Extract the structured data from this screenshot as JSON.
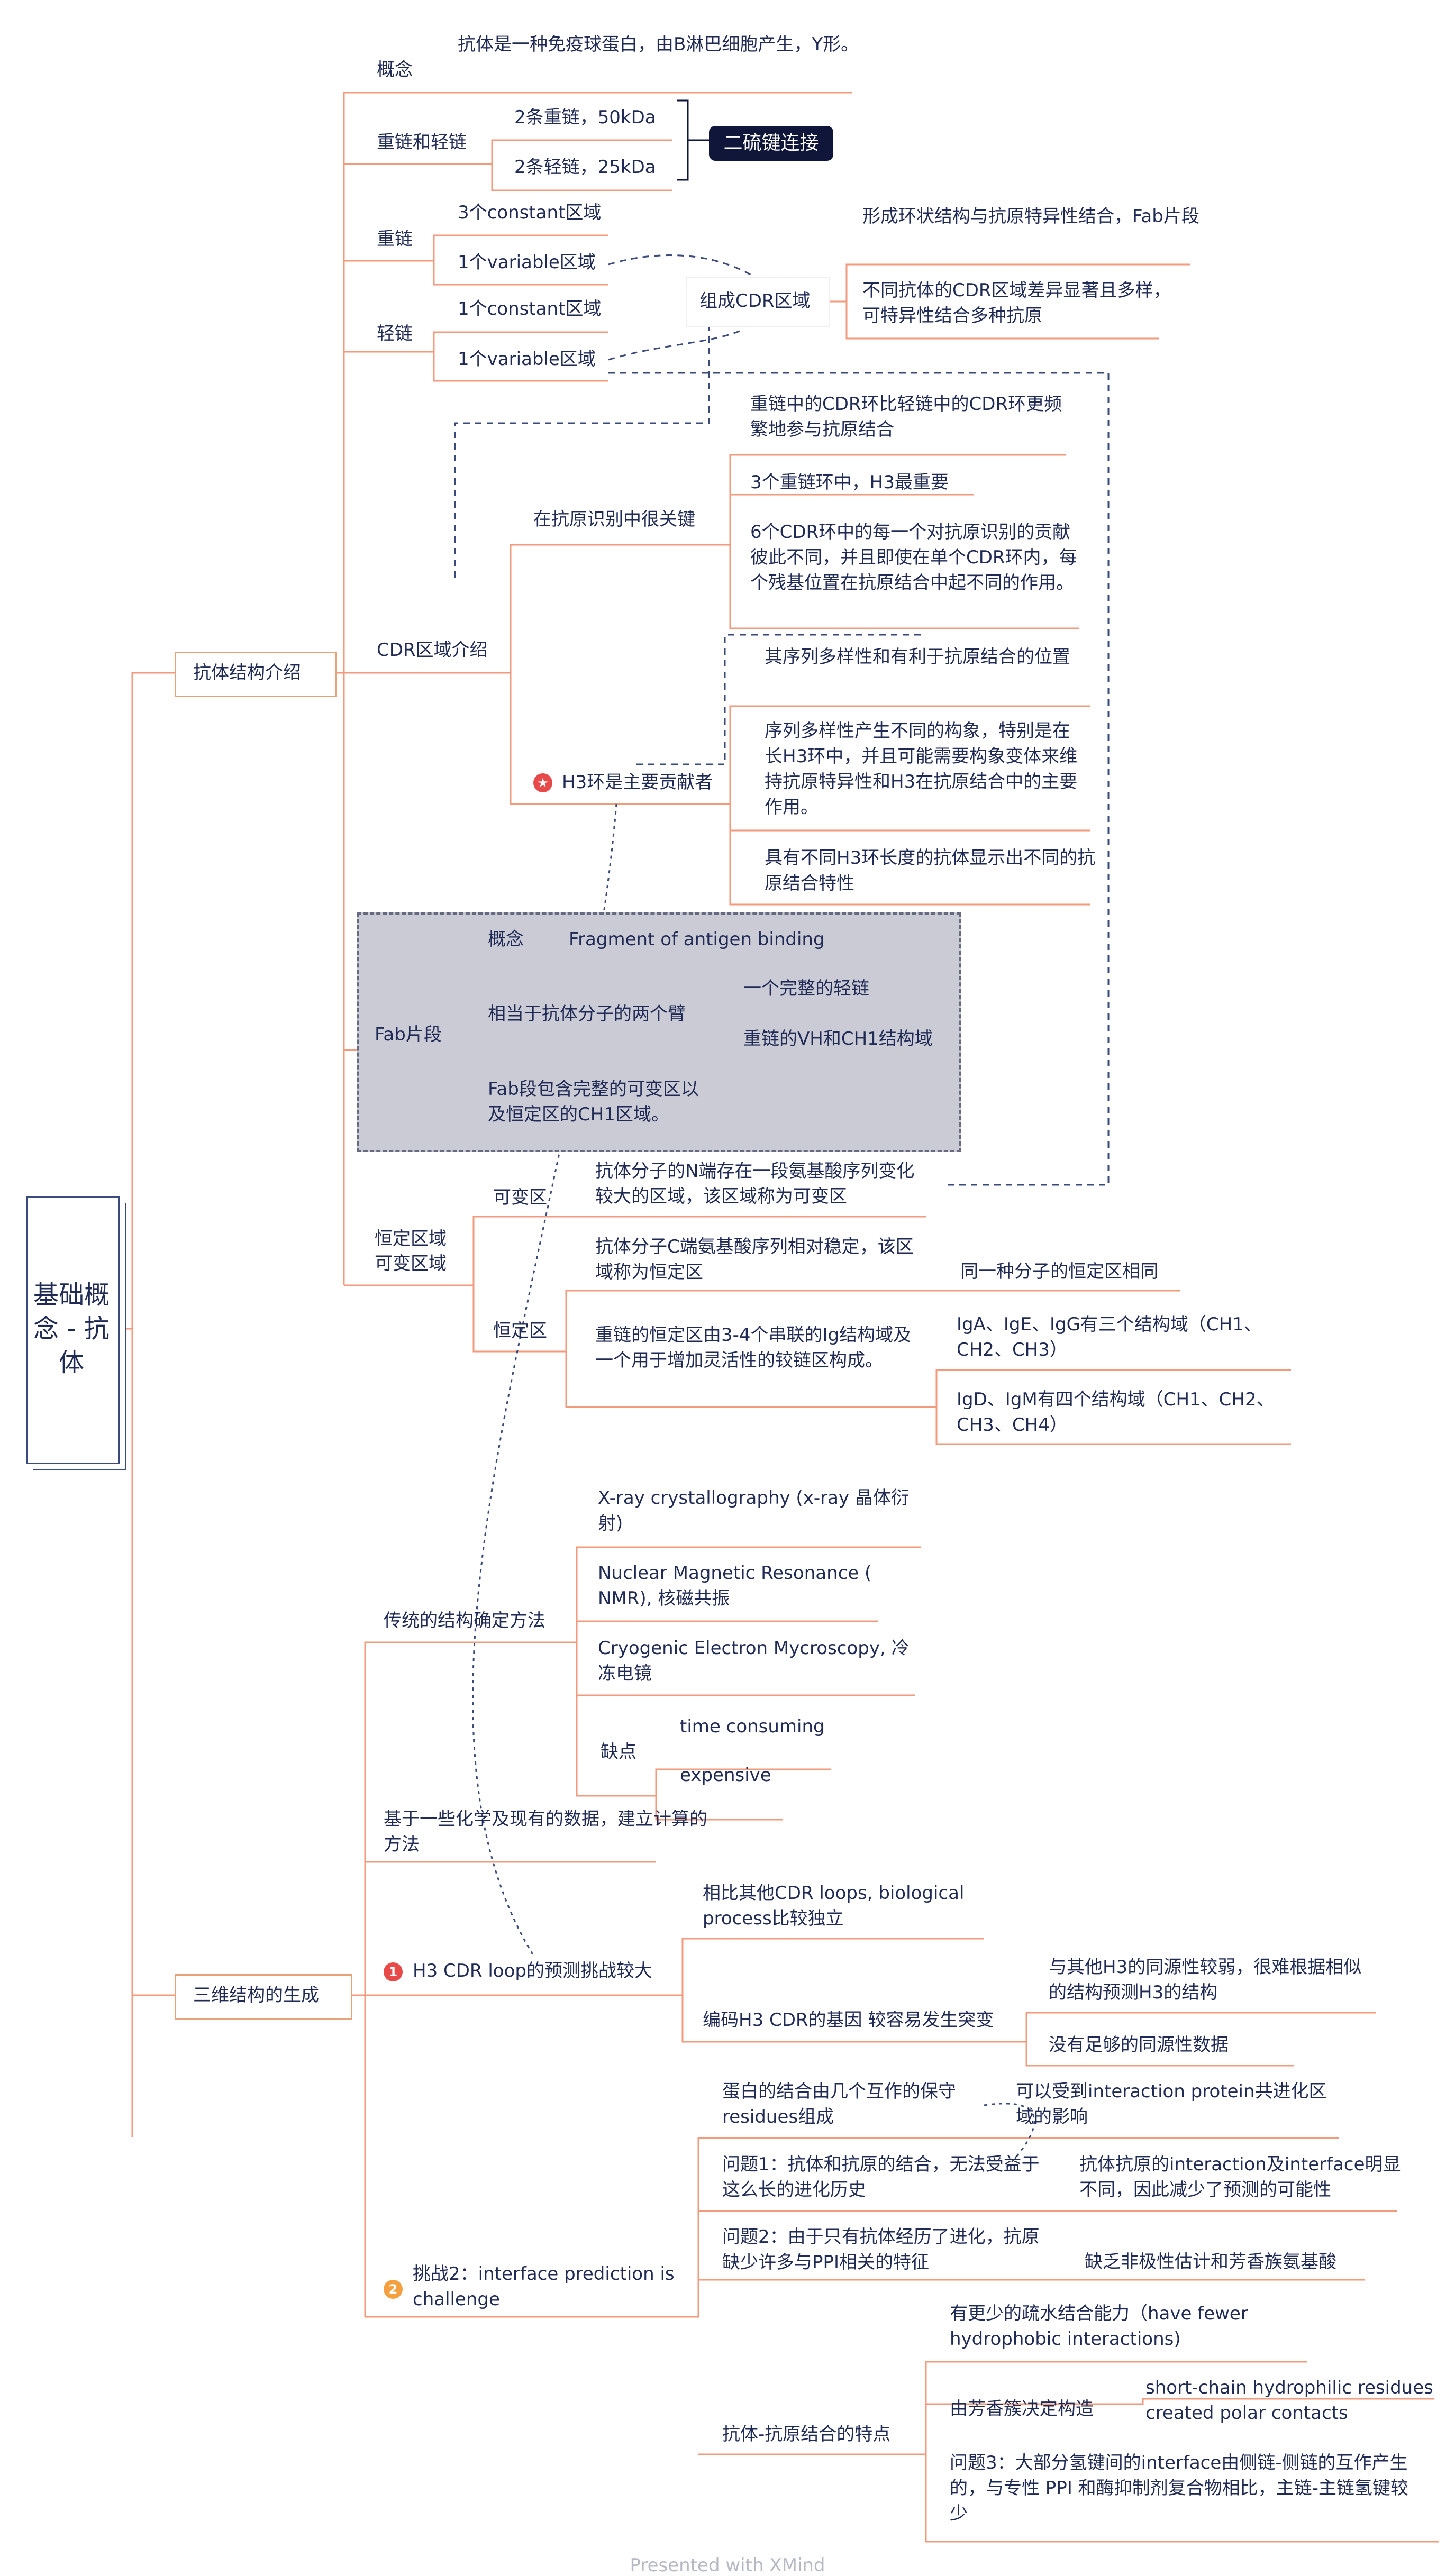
{
  "root": {
    "title": "基础概念 - 抗体"
  },
  "branch1": {
    "label": "抗体结构介绍",
    "concept": {
      "label": "概念",
      "text": "抗体是一种免疫球蛋白，由B淋巴细胞产生，Y形。"
    },
    "chains": {
      "label": "重链和轻链",
      "heavy": "2条重链，50kDa",
      "light": "2条轻链，25kDa",
      "tag": "二硫键连接"
    },
    "heavy": {
      "label": "重链",
      "constant": "3个constant区域",
      "variable": "1个variable区域"
    },
    "light": {
      "label": "轻链",
      "constant": "1个constant区域",
      "variable": "1个variable区域"
    },
    "cdr_form": {
      "label": "组成CDR区域",
      "ring": "形成环状结构与抗原特异性结合，Fab片段",
      "diff": "不同抗体的CDR区域差异显著且多样，可特异性结合多种抗原"
    },
    "cdr_intro": {
      "label": "CDR区域介绍",
      "key": {
        "label": "在抗原识别中很关键",
        "items": [
          "重链中的CDR环比轻链中的CDR环更频繁地参与抗原结合",
          "3个重链环中，H3最重要",
          "6个CDR环中的每一个对抗原识别的贡献彼此不同，并且即使在单个CDR环内，每个残基位置在抗原结合中起不同的作用。"
        ]
      },
      "h3": {
        "label": "H3环是主要贡献者",
        "items": [
          "其序列多样性和有利于抗原结合的位置",
          "序列多样性产生不同的构象，特别是在长H3环中，并且可能需要构象变体来维持抗原特异性和H3在抗原结合中的主要作用。",
          "具有不同H3环长度的抗体显示出不同的抗原结合特性"
        ]
      }
    },
    "fab": {
      "label": "Fab片段",
      "concept_label": "概念",
      "concept_text": "Fragment of antigen binding",
      "arms": {
        "label": "相当于抗体分子的两个臂",
        "items": [
          "一个完整的轻链",
          "重链的VH和CH1结构域"
        ]
      },
      "contains": "Fab段包含完整的可变区以及恒定区的CH1区域。"
    },
    "regions": {
      "label_line1": "恒定区域",
      "label_line2": "可变区域",
      "variable": {
        "label": "可变区",
        "text": "抗体分子的N端存在一段氨基酸序列变化较大的区域，该区域称为可变区"
      },
      "constant": {
        "label": "恒定区",
        "t1": "抗体分子C端氨基酸序列相对稳定，该区域称为恒定区",
        "t1_child": "同一种分子的恒定区相同",
        "t2": "重链的恒定区由3-4个串联的Ig结构域及一个用于增加灵活性的铰链区构成。",
        "t2_children": [
          "IgA、IgE、IgG有三个结构域（CH1、CH2、CH3）",
          "IgD、IgM有四个结构域（CH1、CH2、CH3、CH4）"
        ]
      }
    }
  },
  "branch2": {
    "label": "三维结构的生成",
    "traditional": {
      "label": "传统的结构确定方法",
      "methods": [
        "X-ray crystallography (x-ray 晶体衍射)",
        "Nuclear Magnetic Resonance ( NMR), 核磁共振",
        "Cryogenic Electron Mycroscopy, 冷冻电镜"
      ],
      "cons": {
        "label": "缺点",
        "items": [
          "time consuming",
          "expensive"
        ]
      }
    },
    "chem": "基于一些化学及现有的数据，建立计算的方法",
    "h3": {
      "badge": "1",
      "label": "H3 CDR loop的预测挑战较大",
      "c1": "相比其他CDR loops, biological process比较独立",
      "c2": "编码H3 CDR的基因 较容易发生突变",
      "c2_children": [
        "与其他H3的同源性较弱，很难根据相似的结构预测H3的结构",
        "没有足够的同源性数据"
      ]
    },
    "ch2": {
      "badge": "2",
      "label": "挑战2：interface prediction is challenge",
      "a": "蛋白的结合由几个互作的保守residues组成",
      "a_child": "可以受到interaction protein共进化区域的影响",
      "q1": "问题1：抗体和抗原的结合，无法受益于这么长的进化历史",
      "q1_child": "抗体抗原的interaction及interface明显不同，因此减少了预测的可能性",
      "q2": "问题2：由于只有抗体经历了进化，抗原缺少许多与PPI相关的特征",
      "q2_child": "缺乏非极性估计和芳香族氨基酸",
      "feat": {
        "label": "抗体-抗原结合的特点",
        "f1": "有更少的疏水结合能力（have fewer hydrophobic interactions)",
        "f2": "由芳香簇决定构造",
        "f2_child": "short-chain hydrophilic residues created polar contacts",
        "f3": "问题3：大部分氢键间的interface由侧链-侧链的互作产生的，与专性 PPI 和酶抑制剂复合物相比，主链-主链氢键较少"
      }
    }
  },
  "footer": "Presented with XMind",
  "colors": {
    "line": "#f29a7c",
    "text": "#1f2a55",
    "dark": "#10163a",
    "dashed": "#3a4a7a",
    "badge1": "#e84a4a",
    "badge2": "#f5a040"
  }
}
